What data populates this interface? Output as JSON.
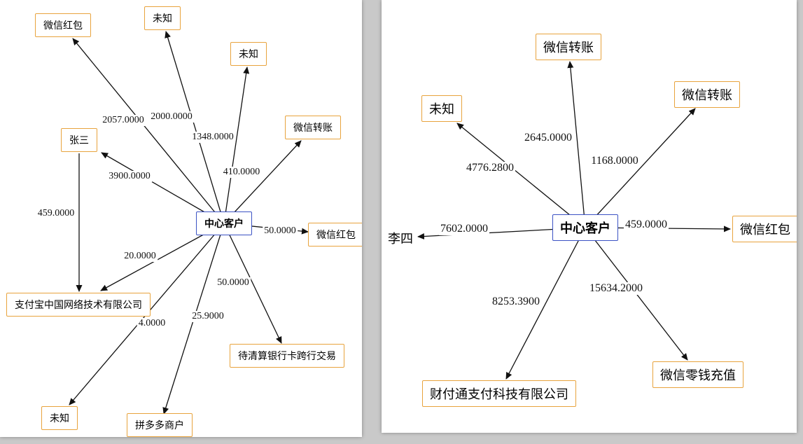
{
  "pages": {
    "left": {
      "center": {
        "label": "中心客户"
      },
      "nodes": [
        {
          "label": "微信红包"
        },
        {
          "label": "未知"
        },
        {
          "label": "未知"
        },
        {
          "label": "微信转账"
        },
        {
          "label": "微信红包"
        },
        {
          "label": "张三"
        },
        {
          "label": "支付宝中国网络技术有限公司"
        },
        {
          "label": "待清算银行卡跨行交易"
        },
        {
          "label": "拼多多商户"
        },
        {
          "label": "未知"
        }
      ],
      "edges": [
        {
          "from": "中心客户",
          "to": "微信红包",
          "amount": "2057.0000"
        },
        {
          "from": "中心客户",
          "to": "未知",
          "amount": "2000.0000"
        },
        {
          "from": "中心客户",
          "to": "未知",
          "amount": "1348.0000"
        },
        {
          "from": "中心客户",
          "to": "微信转账",
          "amount": "410.0000"
        },
        {
          "from": "中心客户",
          "to": "微信红包",
          "amount": "50.0000"
        },
        {
          "from": "中心客户",
          "to": "张三",
          "amount": "3900.0000"
        },
        {
          "from": "中心客户",
          "to": "支付宝中国网络技术有限公司",
          "amount": "20.0000"
        },
        {
          "from": "中心客户",
          "to": "待清算银行卡跨行交易",
          "amount": "50.0000"
        },
        {
          "from": "中心客户",
          "to": "拼多多商户",
          "amount": "25.9000"
        },
        {
          "from": "中心客户",
          "to": "未知",
          "amount": "4.0000"
        },
        {
          "from": "张三",
          "to": "支付宝中国网络技术有限公司",
          "amount": "459.0000"
        }
      ]
    },
    "right": {
      "center": {
        "label": "中心客户"
      },
      "nodes": [
        {
          "label": "微信转账"
        },
        {
          "label": "微信转账"
        },
        {
          "label": "未知"
        },
        {
          "label": "李四"
        },
        {
          "label": "微信红包"
        },
        {
          "label": "微信零钱充值"
        },
        {
          "label": "财付通支付科技有限公司"
        }
      ],
      "edges": [
        {
          "from": "中心客户",
          "to": "微信转账",
          "amount": "2645.0000"
        },
        {
          "from": "中心客户",
          "to": "微信转账",
          "amount": "1168.0000"
        },
        {
          "from": "中心客户",
          "to": "未知",
          "amount": "4776.2800"
        },
        {
          "from": "中心客户",
          "to": "李四",
          "amount": "7602.0000"
        },
        {
          "from": "中心客户",
          "to": "微信红包",
          "amount": "459.0000"
        },
        {
          "from": "中心客户",
          "to": "微信零钱充值",
          "amount": "15634.2000"
        },
        {
          "from": "中心客户",
          "to": "财付通支付科技有限公司",
          "amount": "8253.3900"
        }
      ]
    }
  },
  "colors": {
    "node_border": "#e8a33d",
    "center_node_border": "#3b52c4",
    "arrow": "#111111",
    "page_background": "#ffffff",
    "canvas_background": "#c9c9c9"
  }
}
